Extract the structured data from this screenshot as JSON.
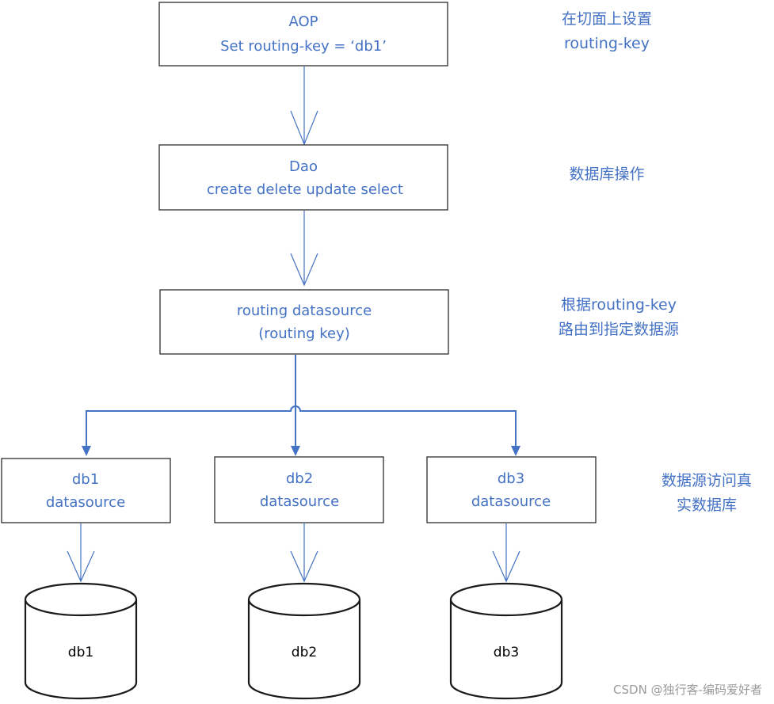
{
  "boxes": {
    "aop": {
      "line1": "AOP",
      "line2": "Set routing-key = ‘db1’"
    },
    "dao": {
      "line1": "Dao",
      "line2": "create delete  update select"
    },
    "routing": {
      "line1": "routing datasource",
      "line2": "(routing key)"
    },
    "db1_ds": {
      "line1": "db1",
      "line2": "datasource"
    },
    "db2_ds": {
      "line1": "db2",
      "line2": "datasource"
    },
    "db3_ds": {
      "line1": "db3",
      "line2": "datasource"
    }
  },
  "databases": {
    "db1": "db1",
    "db2": "db2",
    "db3": "db3"
  },
  "notes": {
    "aop": {
      "line1": "在切面上设置",
      "line2": "routing-key"
    },
    "dao": {
      "line1": "数据库操作"
    },
    "routing": {
      "line1": "根据routing-key",
      "line2": "路由到指定数据源"
    },
    "datasource": {
      "line1": "数据源访问真",
      "line2": "实数据库"
    }
  },
  "watermark": "CSDN @独行客-编码爱好者",
  "colors": {
    "accent": "#4472c4",
    "border": "#1a1a1a",
    "watermark": "#9a9a9a"
  }
}
